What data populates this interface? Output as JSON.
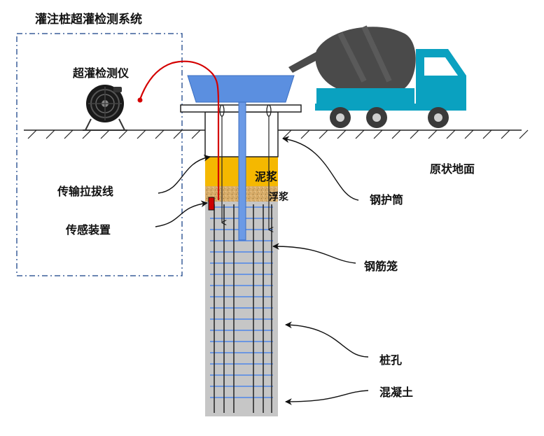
{
  "title": "灌注桩超灌检测系统",
  "labels": {
    "device": "超灌检测仪",
    "cable": "传输拉拔线",
    "sensor": "传感装置",
    "mud": "泥浆",
    "float_slurry": "浮浆",
    "casing": "钢护筒",
    "ground": "原状地面",
    "cage": "钢筋笼",
    "hole": "桩孔",
    "concrete": "混凝土"
  },
  "colors": {
    "hopper": "#5b8fe0",
    "tremie": "#6b9ae6",
    "mud": "#f5b800",
    "slurry": "#d8b070",
    "concrete": "#c6c6c6",
    "rebar_stirrup": "#4f86e8",
    "rebar_bar": "#2b2b2b",
    "cable": "#d40000",
    "truck": "#0aa1c0",
    "mixer_drum": "#4a4a4a",
    "frame": "#3a5f9a"
  },
  "icons": {
    "cable_reel": "cable-reel-icon",
    "truck": "concrete-mixer-truck-icon"
  }
}
